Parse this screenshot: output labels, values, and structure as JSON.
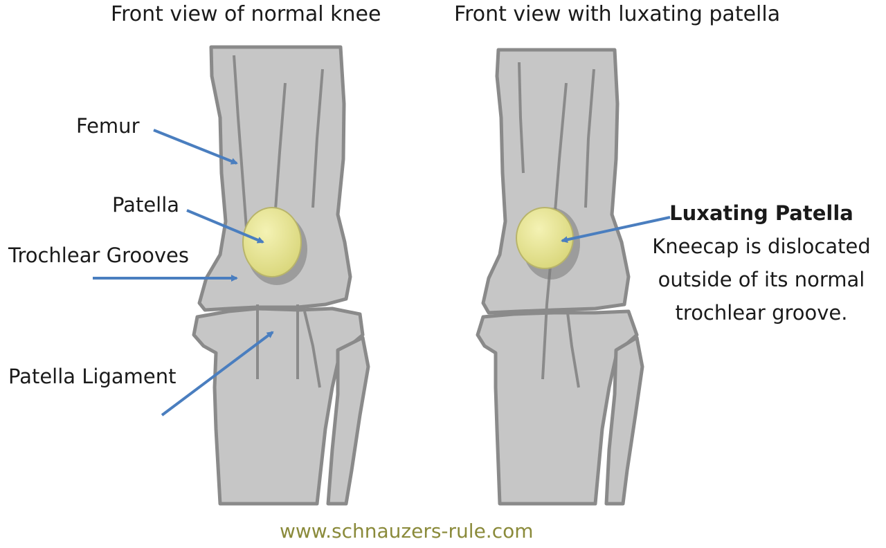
{
  "titles": {
    "normal": "Front view of normal knee",
    "luxating": "Front view with luxating patella"
  },
  "labels": {
    "femur": "Femur",
    "patella": "Patella",
    "trochlear": "Trochlear Grooves",
    "ligament": "Patella Ligament"
  },
  "luxating_note": {
    "heading": "Luxating Patella",
    "lines": [
      "Kneecap is dislocated",
      "outside of its normal",
      "trochlear groove."
    ]
  },
  "website": "www.schnauzers-rule.com",
  "colors": {
    "bone_fill": "#c6c6c6",
    "bone_outline": "#8a8a8a",
    "patella_fill": "#ecea9e",
    "arrow": "#4a7ebf",
    "website_text": "#8a8a3a"
  }
}
